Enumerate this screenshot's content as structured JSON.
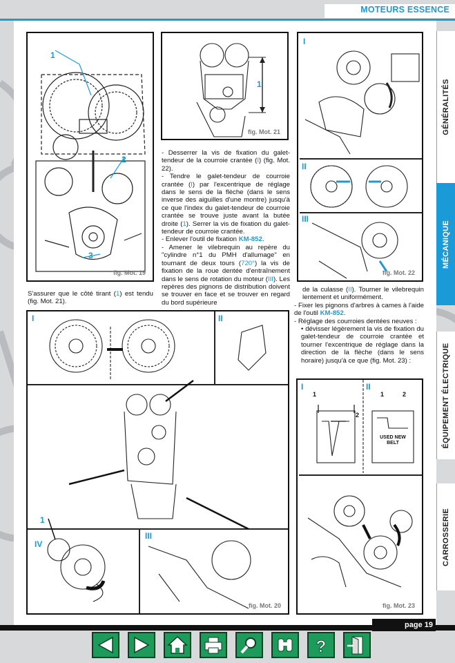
{
  "header": {
    "title": "MOTEURS ESSENCE"
  },
  "side_tabs": [
    {
      "label": "GÉNÉRALITÉS"
    },
    {
      "label": "MÉCANIQUE"
    },
    {
      "label": "ÉQUIPEMENT ÉLECTRIQUE"
    },
    {
      "label": "CARROSSERIE"
    }
  ],
  "figures": {
    "mot19": {
      "caption": "fig. Mot. 19",
      "callouts": [
        "1",
        "2",
        "3"
      ]
    },
    "mot20": {
      "caption": "fig. Mot. 20",
      "panels": [
        "I",
        "II",
        "III",
        "IV"
      ],
      "callout": "1"
    },
    "mot21": {
      "caption": "fig. Mot. 21",
      "callout": "1"
    },
    "mot22": {
      "caption": "fig. Mot. 22",
      "panels": [
        "I",
        "II",
        "III"
      ]
    },
    "mot23": {
      "caption": "fig. Mot. 23",
      "panels": [
        "I",
        "II"
      ],
      "callouts": [
        "1",
        "2",
        "1",
        "2"
      ],
      "inset_text": "USED NEW BELT"
    }
  },
  "text": {
    "left_para": [
      "S'assurer que le côté tirant (",
      "1",
      ") est tendu (fig. Mot. 21)."
    ],
    "mid": {
      "b1": [
        "- Desserrer la vis de fixation du galet-tendeur de la courroie crantée (",
        "I",
        ") (fig. Mot. 22)."
      ],
      "b2": [
        "- Tendre le galet-tendeur de courroie crantée (",
        "I",
        ") par l'excentrique de réglage dans le sens de la flèche (dans le sens inverse des aiguilles d'une montre) jusqu'à ce que l'index du galet-tendeur de courroie crantée se trouve juste avant la butée droite (",
        "1",
        "). Serrer la vis de fixation du galet-tendeur de courroie crantée."
      ],
      "b3": [
        "- Enlever l'outil de fixation ",
        "KM-852",
        "."
      ],
      "b4": [
        "- Amener le vilebrequin au repère du \"cylindre n°1 du PMH d'allumage\" en tournant de deux tours (",
        "720°",
        ") la vis de fixation de la roue dentée d'entraînement dans le sens de rotation du moteur (",
        "III",
        "). Les repères des pignons de distribution doivent se trouver en face et se trouver en regard du bord supérieure"
      ]
    },
    "right": {
      "cont": [
        "de la culasse (",
        "II",
        "). Tourner le vilebrequin lentement et uniformément."
      ],
      "b1": [
        "- Fixer les pignons d'arbres à cames à l'aide de l'outil ",
        "KM-852",
        "."
      ],
      "b2": "- Réglage des courroies dentées neuves :",
      "b3": "• dévisser légèrement la vis de fixation du galet-tendeur de courroie crantée et tourner l'excentrique de réglage dans la direction de la flèche (dans le sens horaire) jusqu'à ce que (fig. Mot. 23) :"
    }
  },
  "footer": {
    "page_label": "page 19",
    "nav": [
      {
        "icon": "previous-arrow-icon"
      },
      {
        "icon": "next-arrow-icon"
      },
      {
        "icon": "home-icon"
      },
      {
        "icon": "printer-icon"
      },
      {
        "icon": "magnifier-icon"
      },
      {
        "icon": "binoculars-icon"
      },
      {
        "icon": "help-icon"
      },
      {
        "icon": "exit-door-icon"
      }
    ]
  }
}
